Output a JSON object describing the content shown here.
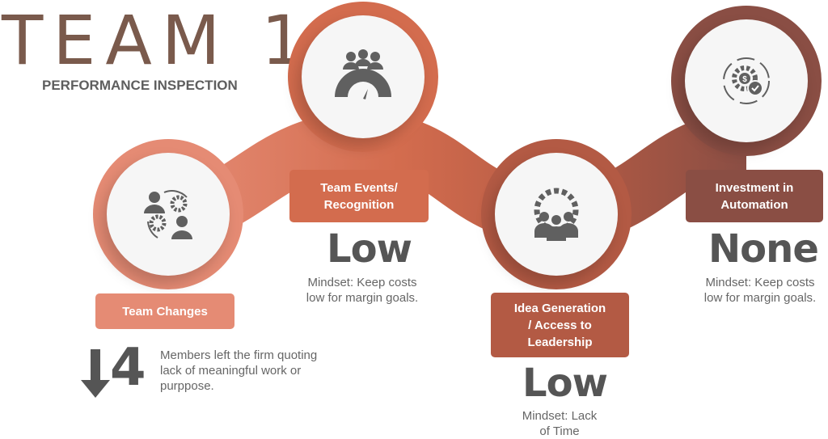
{
  "header": {
    "title": "TEAM 1",
    "subtitle": "PERFORMANCE INSPECTION"
  },
  "colors": {
    "step1": "#e58b74",
    "step2": "#d36c4e",
    "step3": "#b35a44",
    "step4": "#8a4e44",
    "icon": "#606060"
  },
  "steps": [
    {
      "label": "Team Changes",
      "icon": "people-exchange-gears-icon",
      "value": "4",
      "value_icon": "arrow-down-icon",
      "description": "Members left the firm quoting lack of meaningful work or purppose."
    },
    {
      "label_line1": "Team Events/",
      "label_line2": "Recognition",
      "icon": "team-rating-gauge-icon",
      "value": "Low",
      "description_line1": "Mindset: Keep costs",
      "description_line2": "low for margin goals."
    },
    {
      "label_line1": "Idea Generation",
      "label_line2": "/ Access to",
      "label_line3": "Leadership",
      "icon": "team-gear-icon",
      "value": "Low",
      "description_line1": "Mindset: Lack",
      "description_line2": "of Time"
    },
    {
      "label_line1": "Investment in",
      "label_line2": "Automation",
      "icon": "cost-automation-gear-icon",
      "value": "None",
      "description_line1": "Mindset: Keep costs",
      "description_line2": "low for margin goals."
    }
  ]
}
